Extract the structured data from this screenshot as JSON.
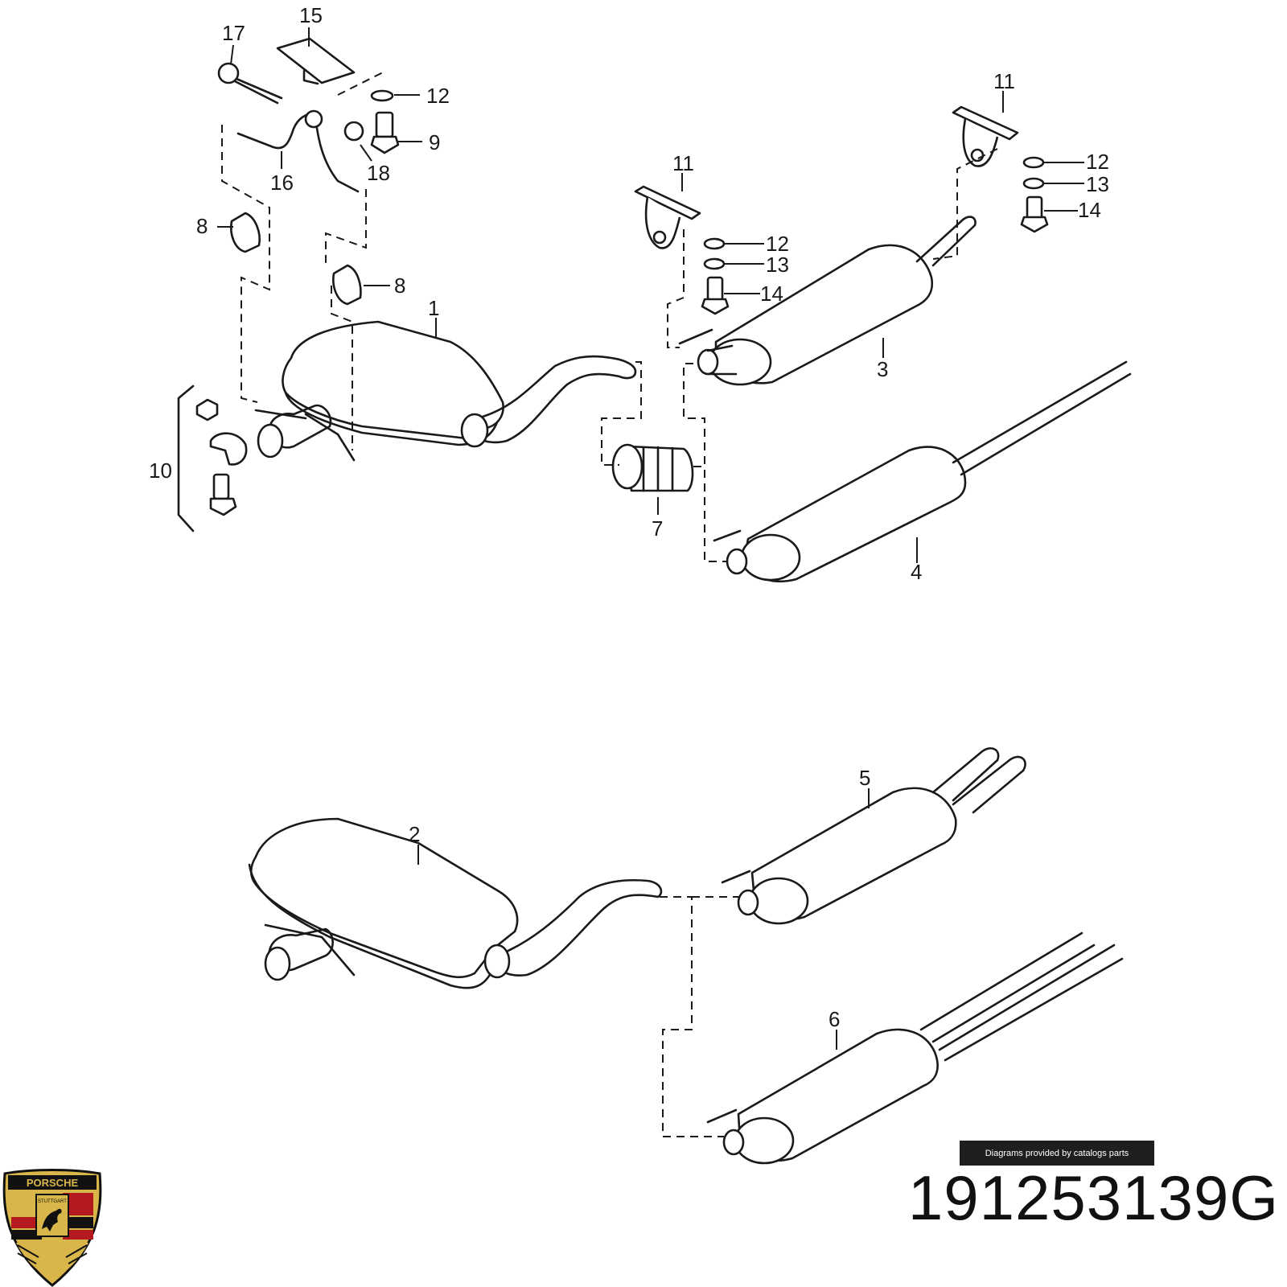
{
  "callouts": {
    "c1": "1",
    "c2": "2",
    "c3": "3",
    "c4": "4",
    "c5": "5",
    "c6": "6",
    "c7": "7",
    "c8a": "8",
    "c8b": "8",
    "c9": "9",
    "c10": "10",
    "c11a": "11",
    "c11b": "11",
    "c12a": "12",
    "c12b": "12",
    "c12c": "12",
    "c13a": "13",
    "c13b": "13",
    "c14a": "14",
    "c14b": "14",
    "c15": "15",
    "c16": "16",
    "c17": "17",
    "c18": "18"
  },
  "credit": "Diagrams provided by catalogs parts",
  "part_number": "191253139G",
  "logo": {
    "word": "PORSCHE",
    "city": "STUTTGART",
    "colors": {
      "gold": "#d9b64a",
      "red": "#b3191f",
      "black": "#111111"
    }
  }
}
